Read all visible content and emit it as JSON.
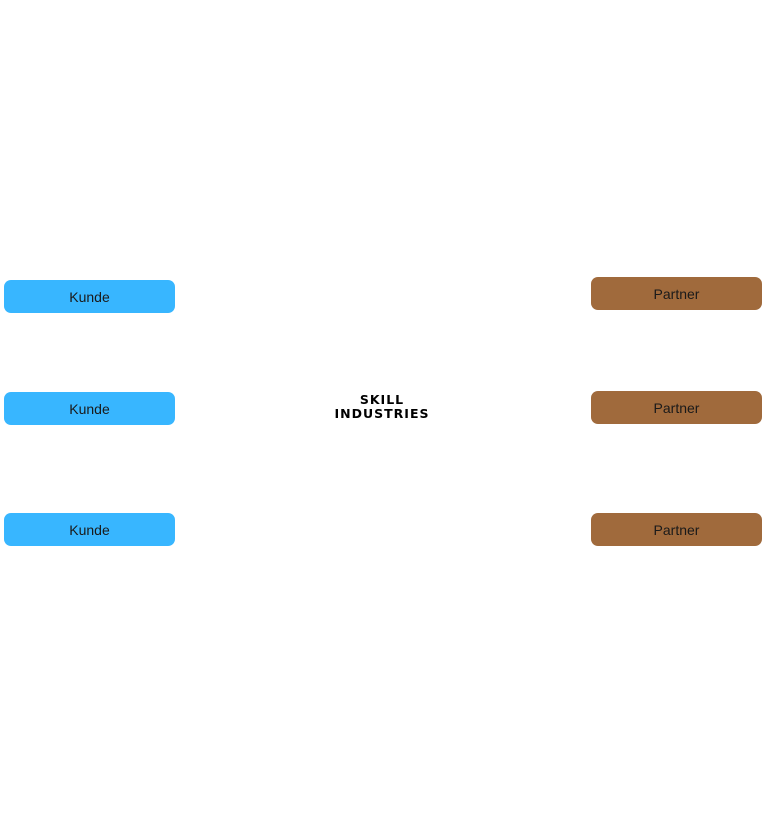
{
  "center": {
    "line1": "SKILL",
    "line2": "INDUSTRIES"
  },
  "left_column": [
    {
      "label": "Kunde"
    },
    {
      "label": "Kunde"
    },
    {
      "label": "Kunde"
    }
  ],
  "right_column": [
    {
      "label": "Partner"
    },
    {
      "label": "Partner"
    },
    {
      "label": "Partner"
    }
  ],
  "colors": {
    "kunde": "#38b6ff",
    "partner": "#a06a3c"
  }
}
